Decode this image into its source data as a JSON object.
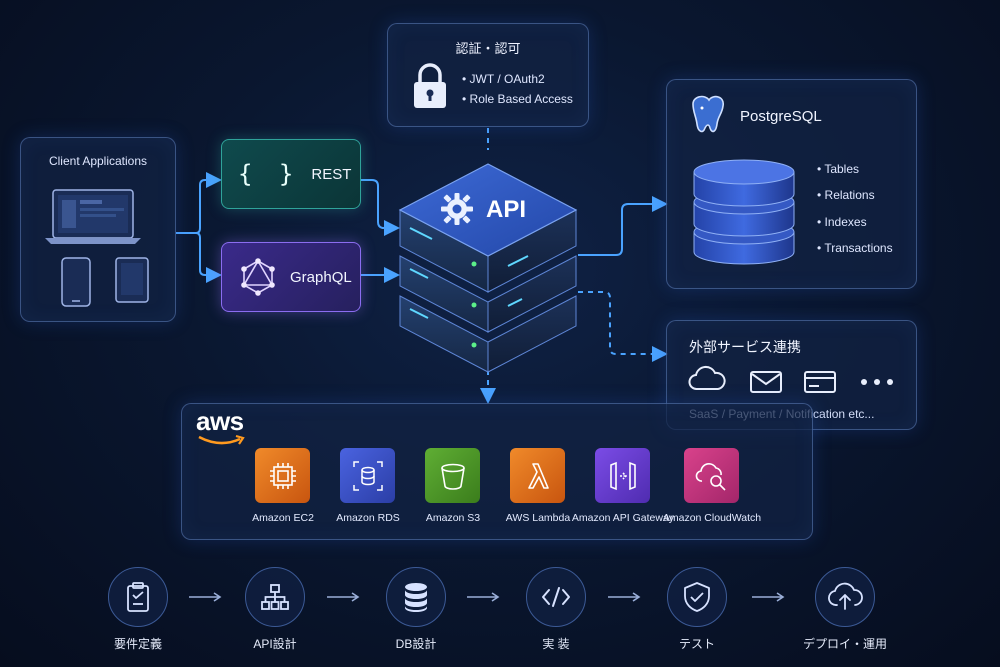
{
  "client": {
    "title": "Client Applications"
  },
  "api_types": {
    "rest": "REST",
    "graphql": "GraphQL"
  },
  "auth": {
    "title": "認証・認可",
    "items": [
      "JWT / OAuth2",
      "Role Based Access"
    ]
  },
  "api_core": {
    "label": "API"
  },
  "postgres": {
    "title": "PostgreSQL",
    "items": [
      "Tables",
      "Relations",
      "Indexes",
      "Transactions"
    ]
  },
  "external": {
    "title": "外部サービス連携",
    "subtitle": "SaaS / Payment / Notification etc...",
    "icons": [
      "cloud-icon",
      "mail-icon",
      "card-icon",
      "more-icon"
    ]
  },
  "aws": {
    "logo": "aws",
    "services": [
      {
        "label": "Amazon EC2",
        "color": "#e4711d"
      },
      {
        "label": "Amazon RDS",
        "color": "#3a4fc7"
      },
      {
        "label": "Amazon S3",
        "color": "#4f9a2a"
      },
      {
        "label": "AWS Lambda",
        "color": "#e4711d"
      },
      {
        "label": "Amazon API Gateway",
        "color": "#6a3fd6"
      },
      {
        "label": "Amazon CloudWatch",
        "color": "#c2387f"
      }
    ]
  },
  "process": {
    "steps": [
      {
        "label": "要件定義"
      },
      {
        "label": "API設計"
      },
      {
        "label": "DB設計"
      },
      {
        "label": "実 装"
      },
      {
        "label": "テスト"
      },
      {
        "label": "デプロイ・運用"
      }
    ]
  },
  "colors": {
    "accent": "#4aa3ff",
    "rest": "#2fa39a",
    "graphql": "#8b6df0"
  }
}
